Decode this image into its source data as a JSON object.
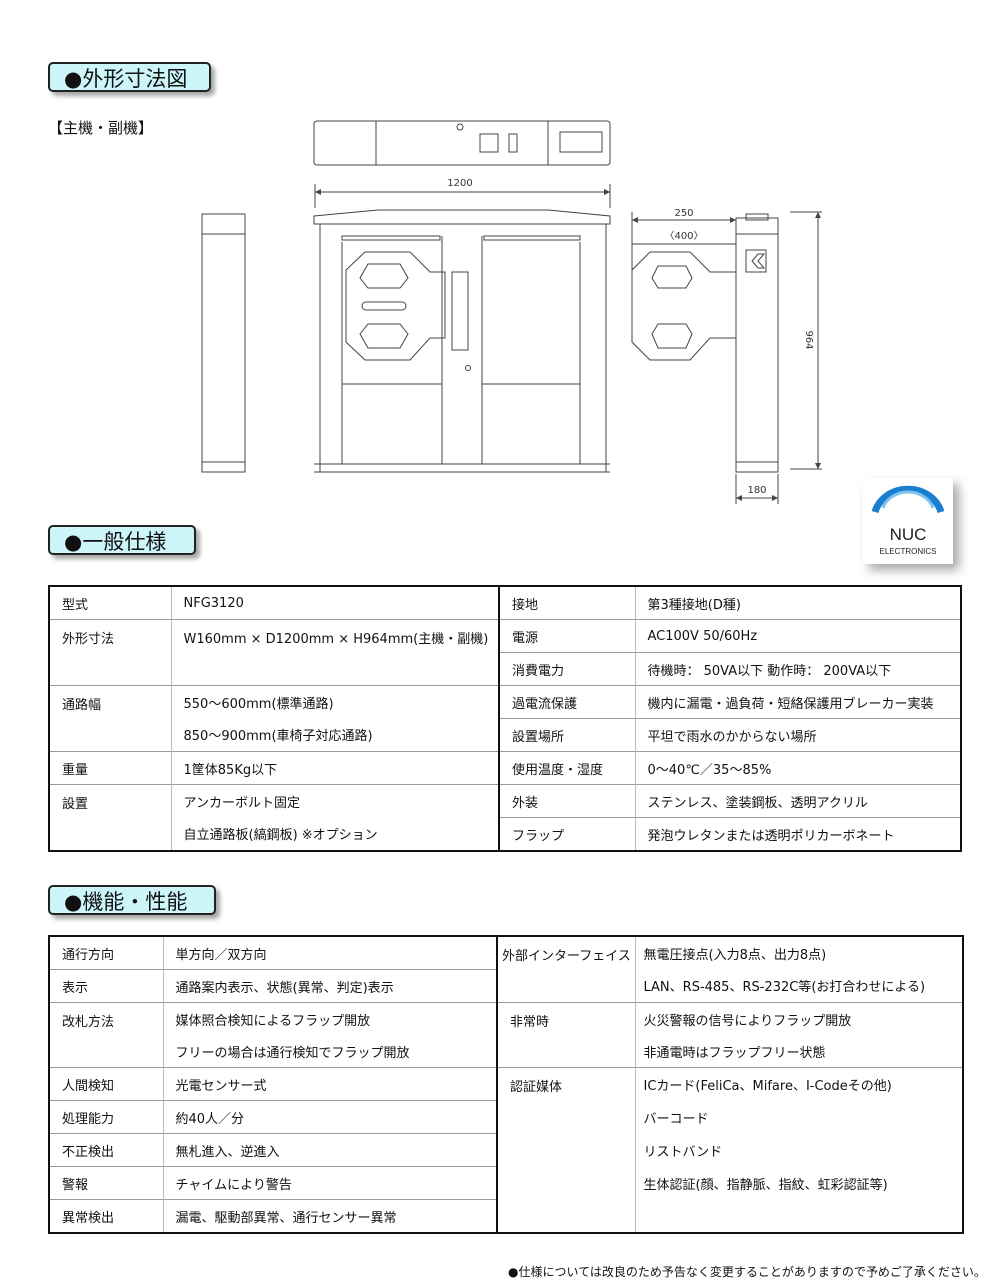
{
  "sections": {
    "dimensions": "●外形寸法図",
    "general": "●一般仕様",
    "functions": "●機能・性能"
  },
  "drawing": {
    "subtitle": "【主機・副機】",
    "dim_width": "1200",
    "dim_250": "250",
    "dim_400": "〈400〉",
    "dim_height": "964",
    "dim_160": "180"
  },
  "logo": {
    "name": "NUC",
    "sub": "ELECTRONICS"
  },
  "general": {
    "model_label": "型式",
    "model": "NFG3120",
    "size_label": "外形寸法",
    "size": "W160mm × D1200mm × H964mm(主機・副機)",
    "width_label": "通路幅",
    "width_1": "550～600mm(標準通路)",
    "width_2": "850～900mm(車椅子対応通路)",
    "weight_label": "重量",
    "weight": "1筐体85Kg以下",
    "install_label": "設置",
    "install_1": "アンカーボルト固定",
    "install_2": "自立通路板(縞鋼板) ※オプション",
    "ground_label": "接地",
    "ground": "第3種接地(D種)",
    "power_label": "電源",
    "power": "AC100V 50/60Hz",
    "consumption_label": "消費電力",
    "consumption": "待機時： 50VA以下 動作時： 200VA以下",
    "overcurrent_label": "過電流保護",
    "overcurrent": "機内に漏電・過負荷・短絡保護用ブレーカー実装",
    "location_label": "設置場所",
    "location": "平坦で雨水のかからない場所",
    "temp_label": "使用温度・湿度",
    "temp": "0～40℃／35～85%",
    "exterior_label": "外装",
    "exterior": "ステンレス、塗装鋼板、透明アクリル",
    "flap_label": "フラップ",
    "flap": "発泡ウレタンまたは透明ポリカーボネート"
  },
  "functions": {
    "direction_label": "通行方向",
    "direction": "単方向／双方向",
    "display_label": "表示",
    "display": "通路案内表示、状態(異常、判定)表示",
    "gate_label": "改札方法",
    "gate_1": "媒体照合検知によるフラップ開放",
    "gate_2": "フリーの場合は通行検知でフラップ開放",
    "human_label": "人間検知",
    "human": "光電センサー式",
    "capacity_label": "処理能力",
    "capacity": "約40人／分",
    "fraud_label": "不正検出",
    "fraud": "無札進入、逆進入",
    "alarm_label": "警報",
    "alarm": "チャイムにより警告",
    "error_label": "異常検出",
    "error": "漏電、駆動部異常、通行センサー異常",
    "interface_label": "外部インターフェイス",
    "interface_1": "無電圧接点(入力8点、出力8点)",
    "interface_2": "LAN、RS-485、RS-232C等(お打合わせによる)",
    "emergency_label": "非常時",
    "emergency_1": "火災警報の信号によりフラップ開放",
    "emergency_2": "非通電時はフラップフリー状態",
    "auth_label": "認証媒体",
    "auth_1": "ICカード(FeliCa、Mifare、I-Codeその他)",
    "auth_2": "バーコード",
    "auth_3": "リストバンド",
    "auth_4": "生体認証(顔、指静脈、指紋、虹彩認証等)"
  },
  "footnote": "●仕様については改良のため予告なく変更することがありますので予めご了承ください。"
}
